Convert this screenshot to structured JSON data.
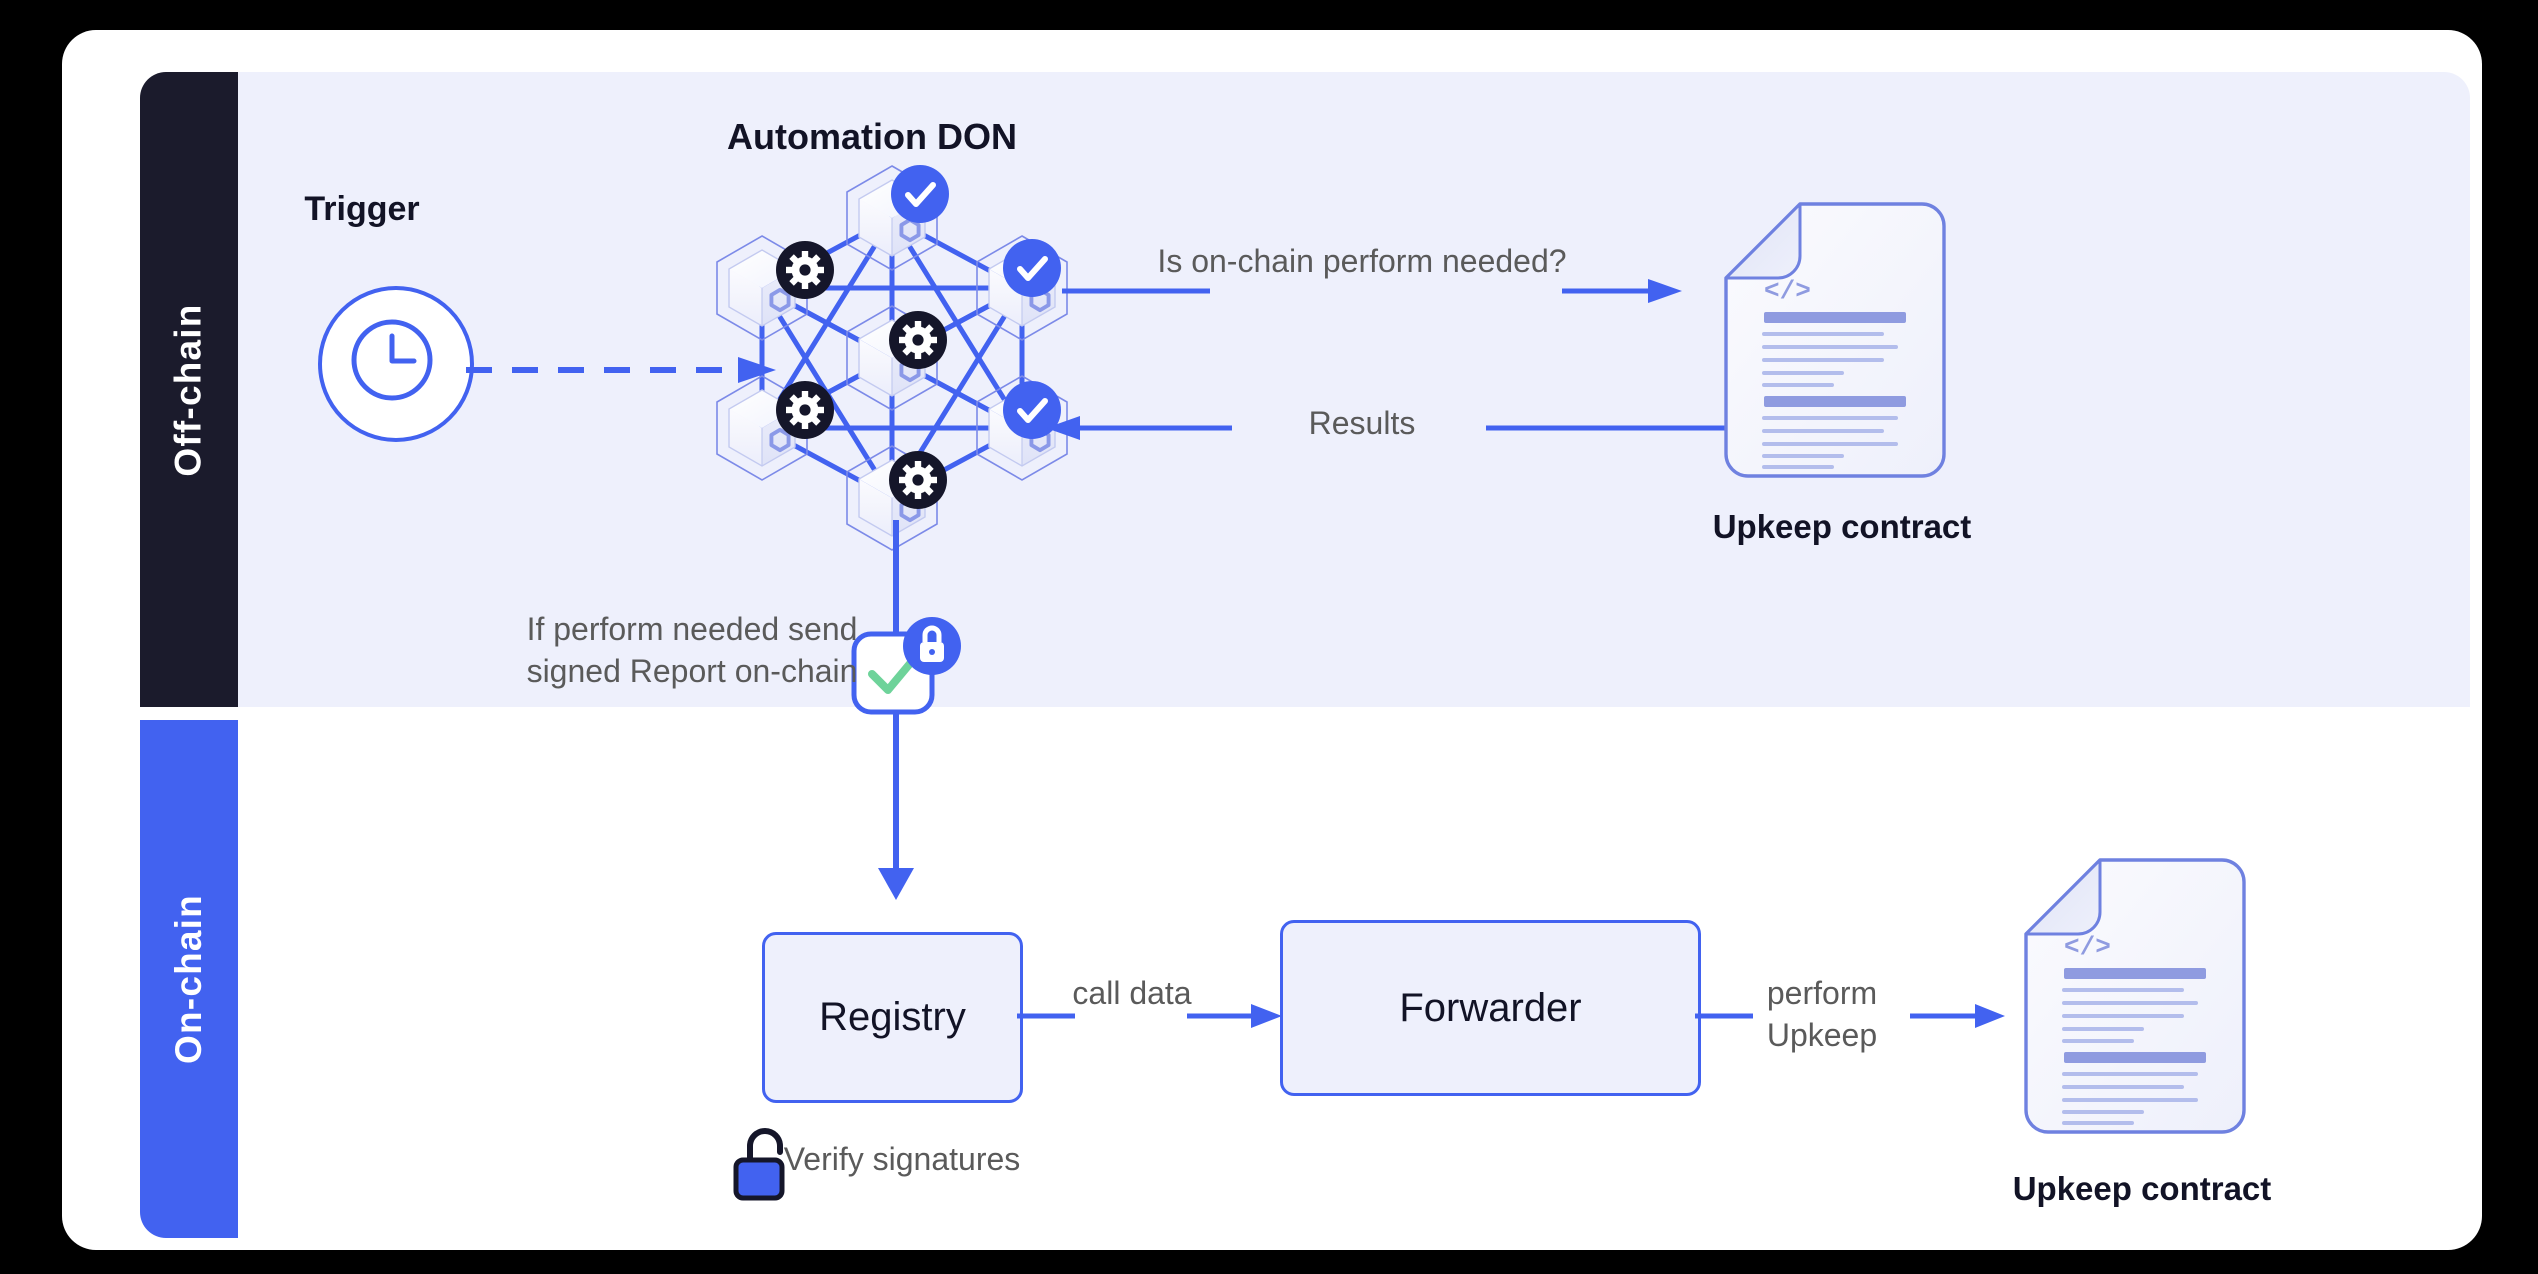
{
  "layout": {
    "rails": [
      {
        "key": "offchain",
        "label": "Off-chain",
        "bg": "#1b1b2c"
      },
      {
        "key": "onchain",
        "label": "On-chain",
        "bg": "#4262f0"
      }
    ]
  },
  "colors": {
    "page_bg": "#000000",
    "card_bg": "#ffffff",
    "offchain_band": "#eef0fc",
    "onchain_band": "#ffffff",
    "rail_offchain": "#1b1b2c",
    "rail_onchain": "#4262f0",
    "accent_blue": "#4262f0",
    "node_dark": "#1b1b2c",
    "check_green": "#6ed39a",
    "doc_line": "#8f9be0",
    "text_gray": "#5a5a5a",
    "text_dark": "#121326"
  },
  "offchain": {
    "trigger": {
      "title": "Trigger",
      "icon": "clock-icon"
    },
    "don": {
      "title": "Automation DON",
      "nodes": [
        {
          "id": "top-center",
          "badge": "check"
        },
        {
          "id": "upper-left",
          "badge": "gear"
        },
        {
          "id": "upper-right",
          "badge": "check"
        },
        {
          "id": "middle-center",
          "badge": "gear"
        },
        {
          "id": "lower-left",
          "badge": "gear"
        },
        {
          "id": "lower-right",
          "badge": "check"
        },
        {
          "id": "bottom-center",
          "badge": "gear"
        }
      ]
    },
    "query_label": "Is on-chain perform needed?",
    "results_label": "Results",
    "upkeep_contract_label": "Upkeep contract",
    "report_label": "If perform needed send signed Report on-chain",
    "report_badge": {
      "check": "check-icon",
      "lock": "lock-closed-icon"
    }
  },
  "onchain": {
    "registry": {
      "label": "Registry"
    },
    "forwarder": {
      "label": "Forwarder"
    },
    "call_data_label": "call data",
    "perform_upkeep_label": "perform Upkeep",
    "verify_label": "Verify signatures",
    "verify_icon": "lock-open-icon",
    "upkeep_contract_label": "Upkeep contract"
  },
  "document_icon": {
    "code_glyph": "</>"
  }
}
